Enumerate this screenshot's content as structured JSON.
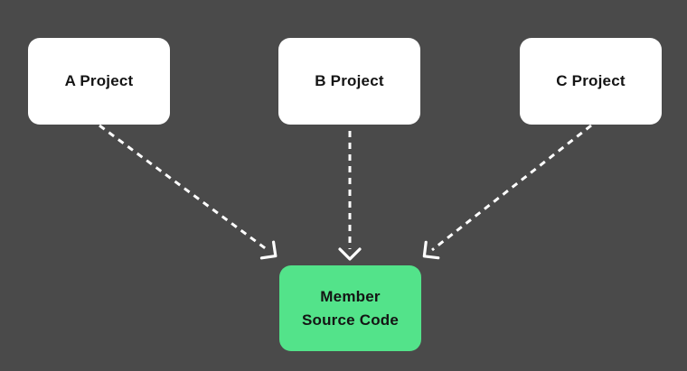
{
  "diagram": {
    "background_color": "#4a4a4a",
    "edge_color": "#ffffff",
    "nodes": [
      {
        "id": "a-project",
        "label": "A Project",
        "fill": "#ffffff",
        "text_color": "#141414"
      },
      {
        "id": "b-project",
        "label": "B Project",
        "fill": "#ffffff",
        "text_color": "#141414"
      },
      {
        "id": "c-project",
        "label": "C Project",
        "fill": "#ffffff",
        "text_color": "#141414"
      },
      {
        "id": "member-source-code",
        "label": "Member Source Code",
        "fill": "#53e38a",
        "text_color": "#141414"
      }
    ],
    "edges": [
      {
        "from": "A Project",
        "to": "Member Source Code",
        "style": "dashed",
        "arrowhead": "open-chevron",
        "color": "#ffffff"
      },
      {
        "from": "B Project",
        "to": "Member Source Code",
        "style": "dashed",
        "arrowhead": "open-chevron",
        "color": "#ffffff"
      },
      {
        "from": "C Project",
        "to": "Member Source Code",
        "style": "dashed",
        "arrowhead": "open-chevron",
        "color": "#ffffff"
      }
    ]
  }
}
